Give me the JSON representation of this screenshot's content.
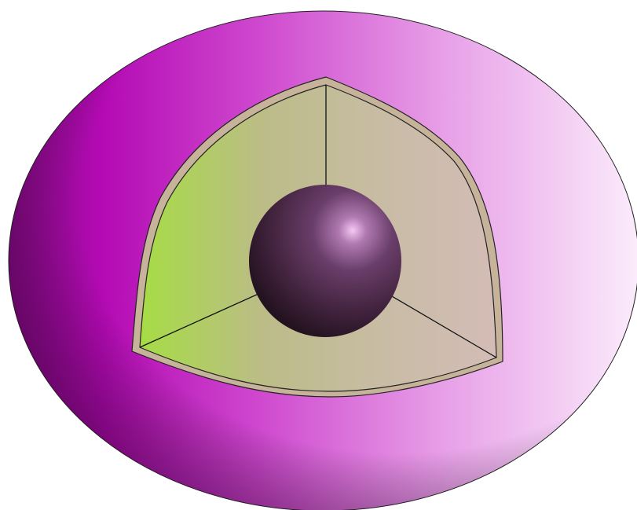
{
  "diagram": {
    "components": [
      {
        "id": "outer-shell",
        "kind": "ellipse",
        "fill_colors": [
          "#6a0a6a",
          "#b40ab4",
          "#d24ad2",
          "#f0a8f0",
          "#fbe6fb"
        ]
      },
      {
        "id": "cutaway-wedge",
        "kind": "three-faced curved wedge",
        "fill_colors": [
          "#a8d84c",
          "#c8bc96",
          "#d0bcb4"
        ]
      },
      {
        "id": "inner-core",
        "kind": "sphere",
        "fill_colors": [
          "#f2c4f2",
          "#7a4a7a",
          "#4a2a4a",
          "#2a162a"
        ]
      }
    ],
    "outline_color": "#1a1a1a"
  }
}
